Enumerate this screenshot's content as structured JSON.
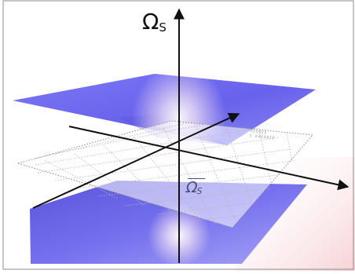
{
  "symbols": {
    "omega": "Ω",
    "subscript": "S"
  },
  "grid_note": {
    "line1": "VEDOVÉ",
    "line2": "S KARANTÉ"
  },
  "colors": {
    "plane": "#6c67f4",
    "plane_dark": "#4b45c9",
    "axis": "#111111",
    "grid_line": "#b4b4b4",
    "glow": "#ffe6ee"
  }
}
